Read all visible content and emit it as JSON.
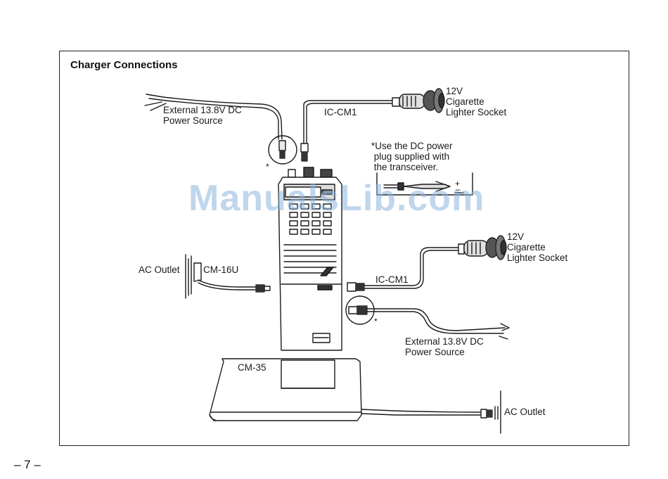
{
  "title": "Charger Connections",
  "labels": {
    "ext_power_top": "External 13.8V DC\nPower Source",
    "iccm1_top": "IC-CM1",
    "lighter_top": "12V\nCigarette\nLighter Socket",
    "note": "*Use the DC power\n plug supplied with\n the transceiver.",
    "ac_outlet_left": "AC Outlet",
    "cm16u": "CM-16U",
    "lighter_right": "12V\nCigarette\nLighter Socket",
    "iccm1_right": "IC-CM1",
    "ext_power_right": "External 13.8V DC\nPower Source",
    "cm35": "CM-35",
    "ac_outlet_bottom": "AC Outlet",
    "asterisk": "*",
    "plus": "+",
    "minus": "–"
  },
  "watermark": "ManualsLib.com",
  "page_number": "– 7 –"
}
